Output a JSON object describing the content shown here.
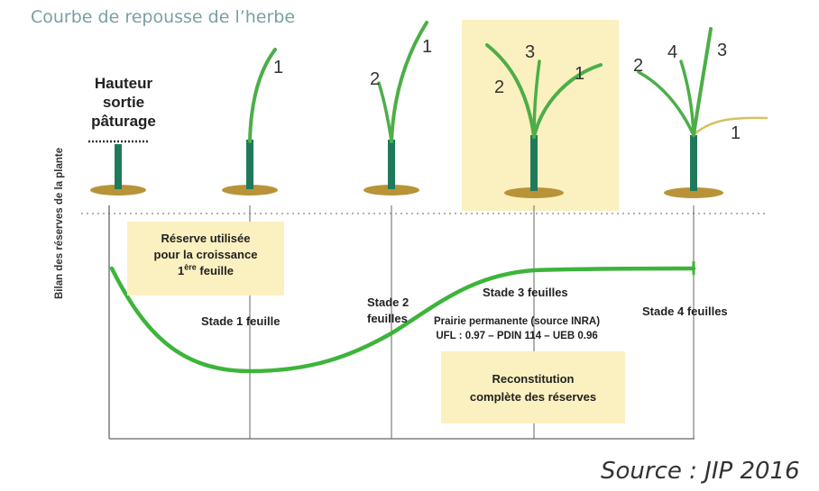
{
  "title": "Courbe de repousse de l’herbe",
  "y_axis_label": "Bilan des réserves de la plante",
  "hauteur_label": [
    "Hauteur",
    "sortie",
    "pâturage"
  ],
  "stages": {
    "stade1": "Stade 1 feuille",
    "stade2_line1": "Stade 2",
    "stade2_line2": "feuilles",
    "stade3": "Stade 3 feuilles",
    "stade4": "Stade 4 feuilles"
  },
  "reserve_box": {
    "line1": "Réserve utilisée",
    "line2": "pour la croissance",
    "line3_sup": "ère",
    "line3_prefix": "1",
    "line3_suffix": " feuille"
  },
  "prairie": {
    "line1": "Prairie permanente (source INRA)",
    "line2": "UFL : 0.97 – PDIN 114 – UEB 0.96"
  },
  "reconstitution_box": {
    "line1": "Reconstitution",
    "line2": "complète des réserves"
  },
  "leaf_numbers": {
    "p2": [
      "1"
    ],
    "p3": [
      "2",
      "1"
    ],
    "p4": [
      "3",
      "2",
      "1"
    ],
    "p5": [
      "2",
      "4",
      "3",
      "1"
    ]
  },
  "source": "Source : JIP 2016",
  "colors": {
    "curve": "#3db43b",
    "leaf": "#4cae48",
    "stem": "#1f7a5c",
    "soil": "#b89338",
    "highlight": "#fbf0c0",
    "title": "#7aa0a4"
  }
}
